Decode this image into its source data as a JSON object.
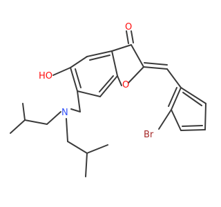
{
  "molecule": {
    "atoms": {
      "o_ketone": {
        "text": "O",
        "color": "#ff0d0d"
      },
      "o_ring": {
        "text": "O",
        "color": "#ff0d0d"
      },
      "o_hydroxyl": {
        "text": "HO",
        "color": "#ff0d0d"
      },
      "n_amine": {
        "text": "N",
        "color": "#3050f8"
      },
      "br": {
        "text": "Br",
        "color": "#a62929"
      }
    },
    "bond_color": "#3a3a3a"
  }
}
